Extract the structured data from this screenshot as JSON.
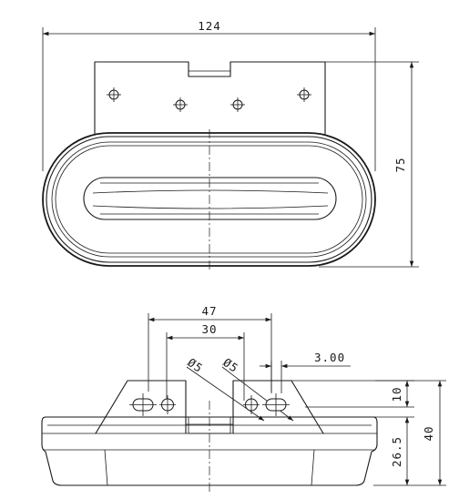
{
  "dimensions": {
    "overall_width": "124",
    "overall_height": "75",
    "slot_spacing_outer": "47",
    "slot_spacing_inner": "30",
    "hole_diameter_1": "Ø5",
    "hole_diameter_2": "Ø5",
    "offset": "3.00",
    "bracket_height": "10",
    "total_depth": "40",
    "body_depth": "26.5"
  }
}
